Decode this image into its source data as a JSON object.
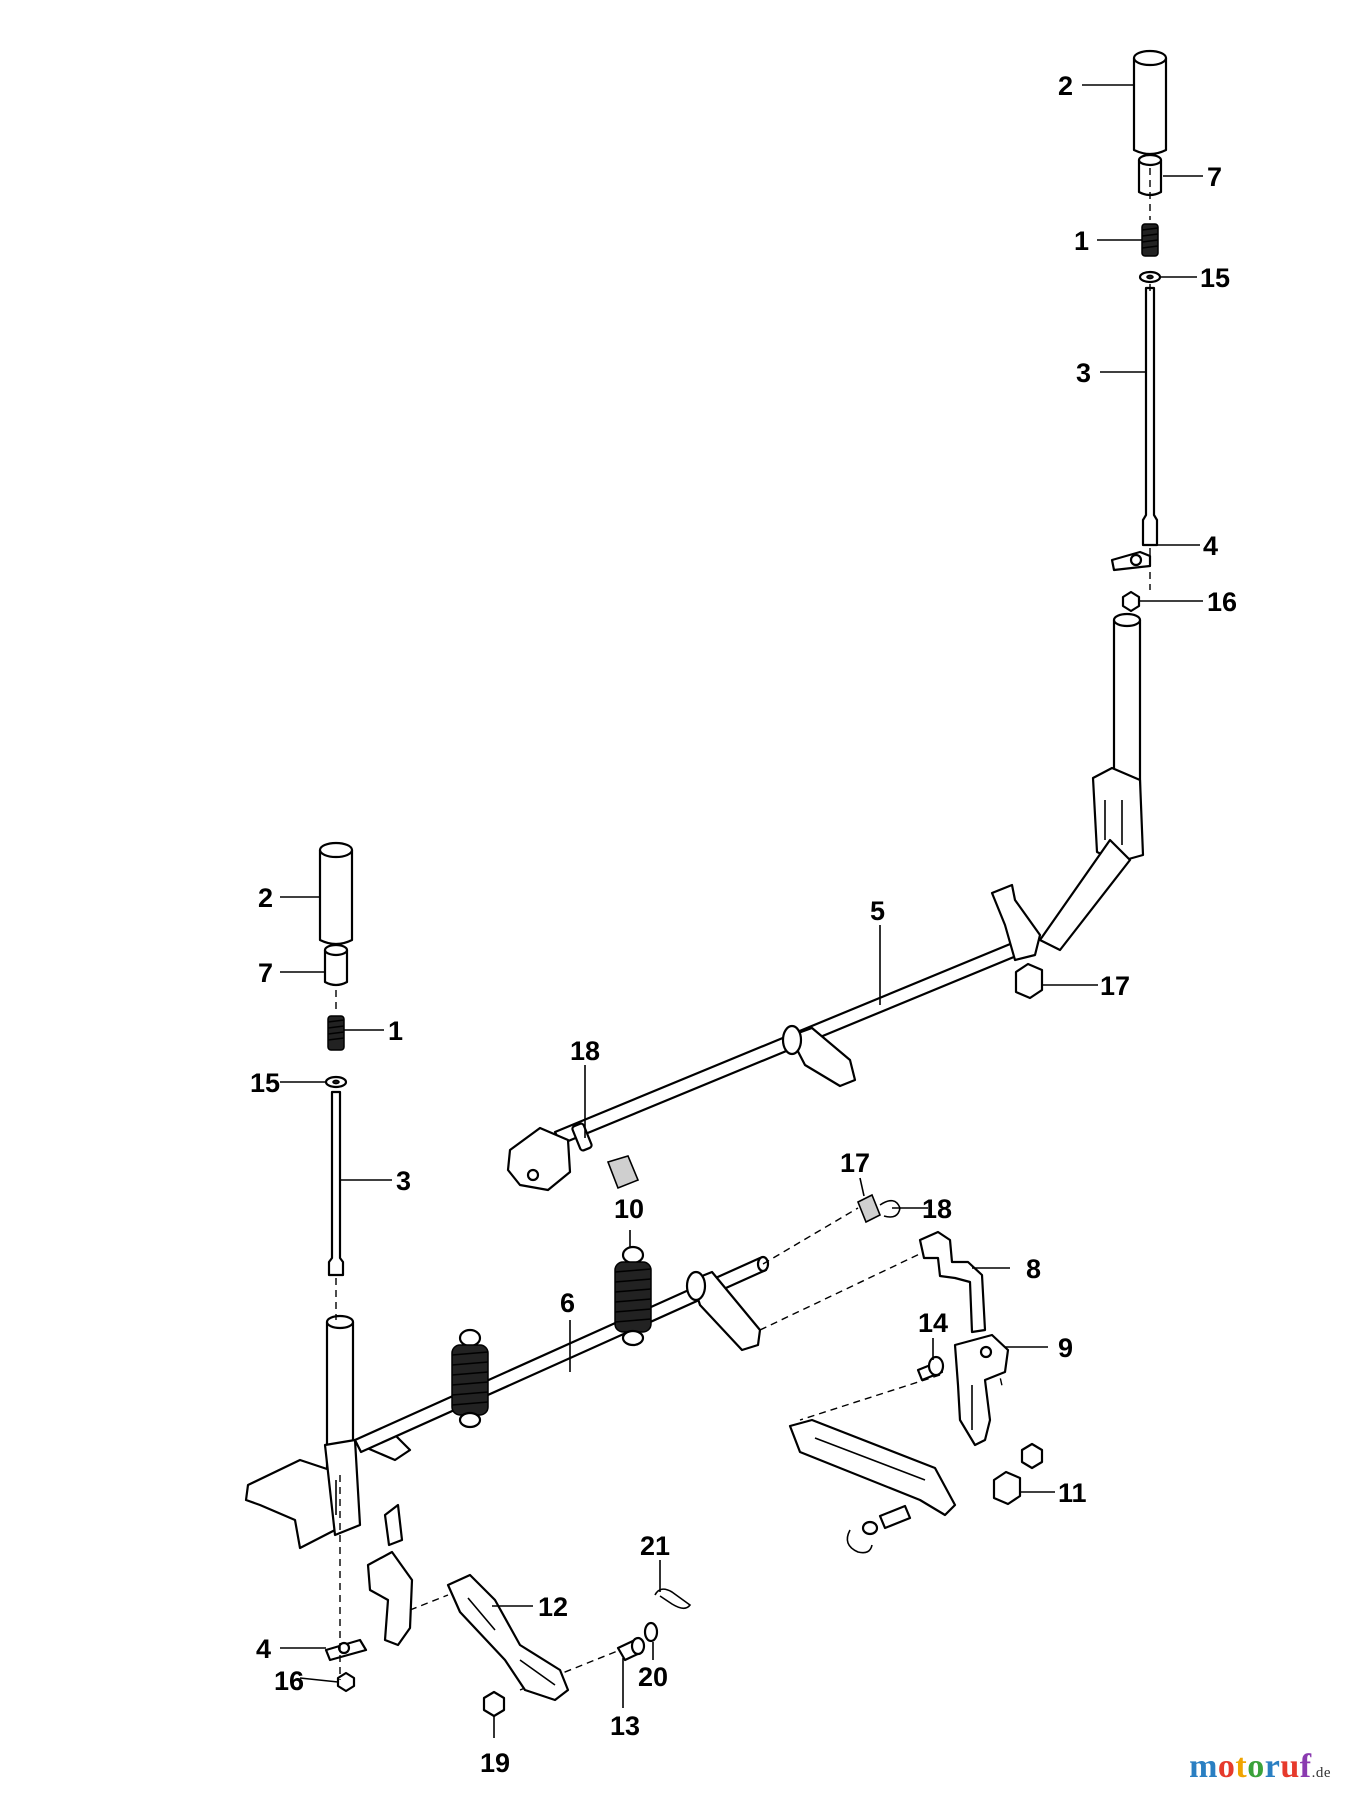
{
  "diagram": {
    "callouts": [
      "2",
      "7",
      "1",
      "15",
      "3",
      "4",
      "16",
      "5",
      "17",
      "18",
      "2",
      "7",
      "1",
      "15",
      "3",
      "18",
      "10",
      "17",
      "18",
      "6",
      "8",
      "14",
      "9",
      "11",
      "4",
      "16",
      "12",
      "21",
      "20",
      "13",
      "19"
    ]
  },
  "brand": {
    "letters": [
      "m",
      "o",
      "t",
      "o",
      "r",
      "u",
      "f"
    ],
    "letter_colors": [
      "#2a7fc2",
      "#e63a2c",
      "#f0a400",
      "#3aa23a",
      "#2a7fc2",
      "#e63a2c",
      "#8a3ab0"
    ],
    "tld": ".de"
  }
}
